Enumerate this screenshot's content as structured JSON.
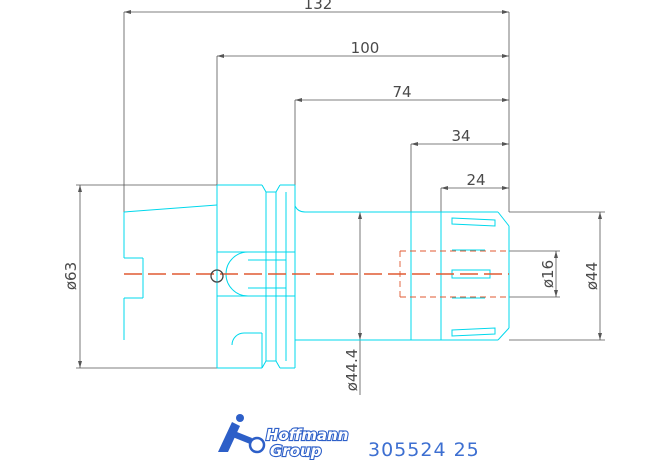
{
  "dimensions": {
    "overall_length": "132",
    "length_100": "100",
    "length_74": "74",
    "length_34": "34",
    "length_24": "24",
    "flange_diameter": "ø63",
    "shank_diameter": "ø44.4",
    "bore_diameter": "ø16",
    "nose_diameter": "ø44"
  },
  "branding": {
    "logo_line1": "Hoffmann",
    "logo_line2": "Group",
    "part_number": "305524  25"
  },
  "colors": {
    "outline": "#00d8ec",
    "dimension": "#555555",
    "centerline": "#e05a32",
    "brand": "#2d5fc8"
  }
}
